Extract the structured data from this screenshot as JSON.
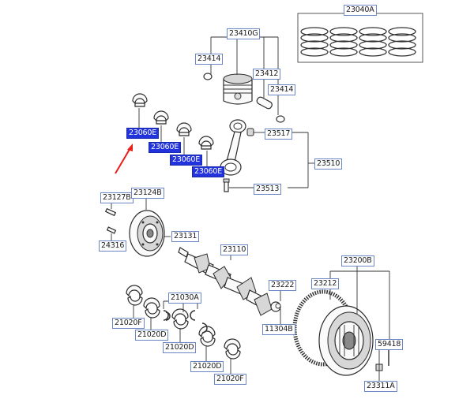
{
  "labels": {
    "l23040A": "23040A",
    "l23410G": "23410G",
    "l23414a": "23414",
    "l23412": "23412",
    "l23414b": "23414",
    "l23060E1": "23060E",
    "l23060E2": "23060E",
    "l23060E3": "23060E",
    "l23060E4": "23060E",
    "l23517": "23517",
    "l23510": "23510",
    "l23513": "23513",
    "l23127B": "23127B",
    "l23124B": "23124B",
    "l24316": "24316",
    "l23131": "23131",
    "l23110": "23110",
    "l23222": "23222",
    "l11304B": "11304B",
    "l23200B": "23200B",
    "l23212": "23212",
    "l59418": "59418",
    "l23311A": "23311A",
    "l21030A": "21030A",
    "l21020F1": "21020F",
    "l21020D1": "21020D",
    "l21020D2": "21020D",
    "l21020D3": "21020D",
    "l21020F2": "21020F"
  },
  "highlight_color": "#2233dd",
  "arrow_color": "#e8201a"
}
